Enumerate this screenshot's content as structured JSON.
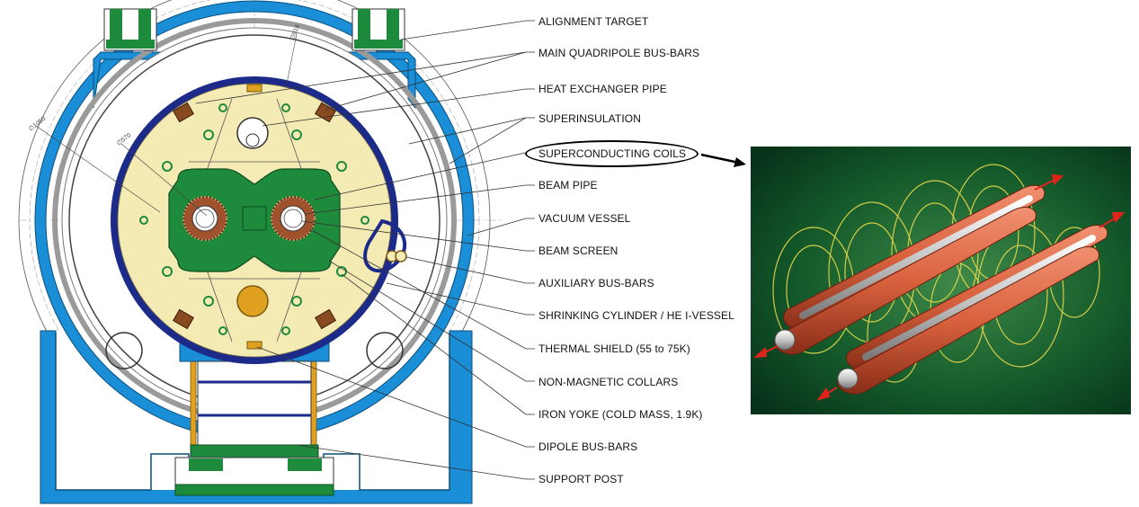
{
  "labels": [
    {
      "key": "alignment_target",
      "text": "ALIGNMENT TARGET"
    },
    {
      "key": "main_quadripole_bus_bars",
      "text": "MAIN QUADRIPOLE BUS-BARS"
    },
    {
      "key": "heat_exchanger_pipe",
      "text": "HEAT EXCHANGER PIPE"
    },
    {
      "key": "superinsulation",
      "text": "SUPERINSULATION"
    },
    {
      "key": "superconducting_coils",
      "text": "SUPERCONDUCTING COILS"
    },
    {
      "key": "beam_pipe",
      "text": "BEAM PIPE"
    },
    {
      "key": "vacuum_vessel",
      "text": "VACUUM VESSEL"
    },
    {
      "key": "beam_screen",
      "text": "BEAM SCREEN"
    },
    {
      "key": "auxiliary_bus_bars",
      "text": "AUXILIARY BUS-BARS"
    },
    {
      "key": "shrinking_cylinder",
      "text": "SHRINKING CYLINDER / HE I-VESSEL"
    },
    {
      "key": "thermal_shield",
      "text": "THERMAL SHIELD (55 to 75K)"
    },
    {
      "key": "non_magnetic_collars",
      "text": "NON-MAGNETIC COLLARS"
    },
    {
      "key": "iron_yoke",
      "text": "IRON YOKE (COLD MASS, 1.9K)"
    },
    {
      "key": "dipole_bus_bars",
      "text": "DIPOLE BUS-BARS"
    },
    {
      "key": "support_post",
      "text": "SUPPORT POST"
    }
  ],
  "dimensions": {
    "outer": "∅1050",
    "vessel": "∅914",
    "cold_mass": "∅570"
  },
  "highlighted_label": "superconducting_coils",
  "colors": {
    "vessel_blue": "#1a8ed6",
    "yoke_yellow": "#f3eab4",
    "collar_green": "#1e8a3c",
    "coil_brown": "#a0522d",
    "shrink_navy": "#1c2a8a",
    "panel_bg": "#0f4a22",
    "coil_orange": "#d9623f",
    "field_yellow": "#e8d84a",
    "beam_red": "#e0241c"
  }
}
